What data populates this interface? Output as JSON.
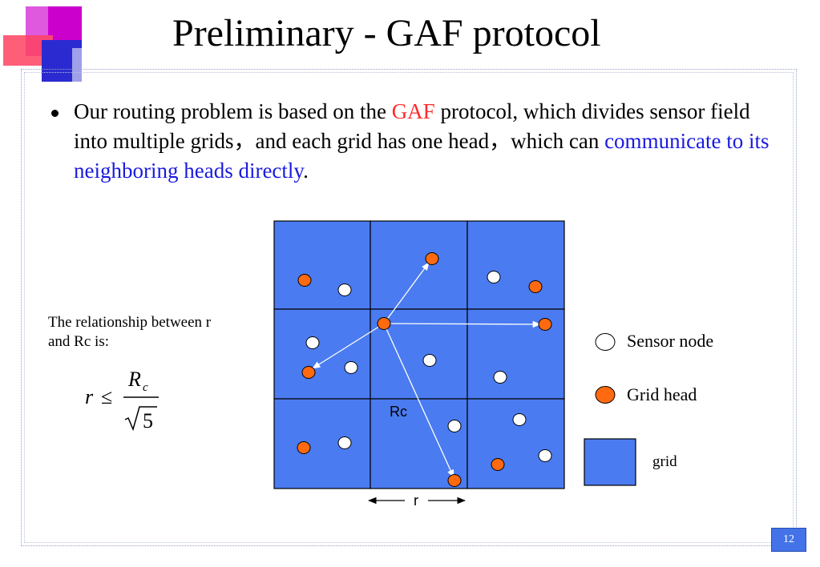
{
  "slide": {
    "title": "Preliminary - GAF protocol",
    "bullet": {
      "part1": "Our routing problem is based on the ",
      "highlight_red": "GAF",
      "part2": " protocol, which divides sensor field into multiple grids，and each grid has one head，which can ",
      "highlight_blue": "communicate to its neighboring heads directly",
      "part3": "."
    },
    "relation_text": "The relationship between r and Rc is:",
    "formula": {
      "lhs": "r",
      "op": "≤",
      "numerator": "R",
      "numerator_sub": "c",
      "denominator": "5"
    },
    "diagram": {
      "rc_label": "Rc",
      "r_label": "r"
    },
    "legend": {
      "sensor_node": "Sensor node",
      "grid_head": "Grid head",
      "grid": "grid"
    },
    "page_number": "12",
    "colors": {
      "grid_fill": "#4a7bf0",
      "grid_head": "#ff6a10",
      "sensor_node": "#ffffff",
      "gaf_red": "#ff2a2a",
      "link_blue": "#1a1adf",
      "logo_magenta": "#cc00cc",
      "logo_pink": "#ff4d6a",
      "logo_blue": "#2a2ad0"
    }
  }
}
